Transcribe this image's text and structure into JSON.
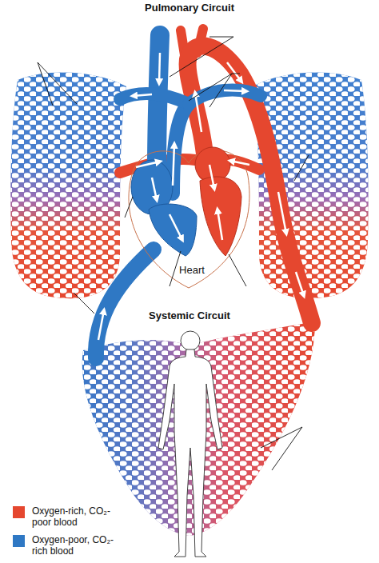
{
  "diagram": {
    "title": "Pulmonary Circuit",
    "labels": [
      "Heart",
      "Systemic Circuit"
    ],
    "legend": [
      {
        "text": "Oxygen-rich, CO₂-poor blood",
        "color": "#e5472f"
      },
      {
        "text": "Oxygen-poor, CO₂-rich blood",
        "color": "#2f78c4"
      }
    ]
  }
}
